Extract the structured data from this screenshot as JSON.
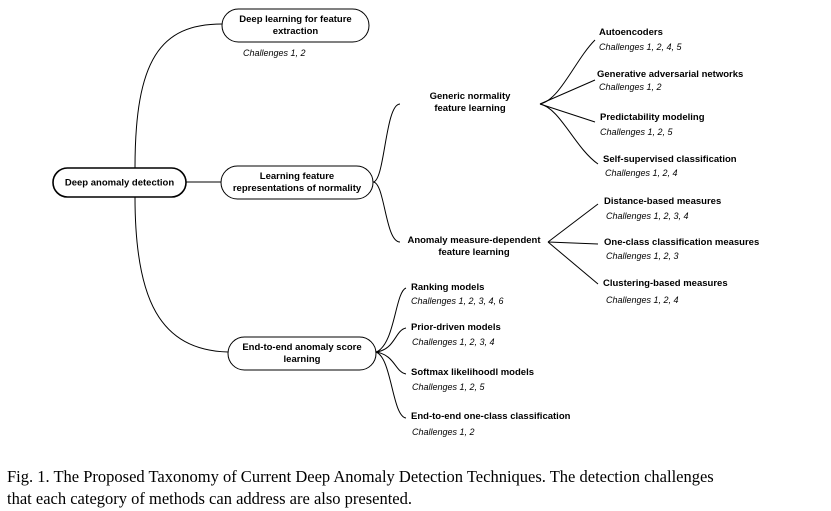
{
  "root": {
    "label": "Deep anomaly detection"
  },
  "branches": [
    {
      "label_lines": [
        "Deep learning for feature",
        "extraction"
      ],
      "challenges": "Challenges 1, 2"
    },
    {
      "label_lines": [
        "Learning feature",
        "representations of normality"
      ],
      "subgroups": [
        {
          "label_lines": [
            "Generic normality",
            "feature learning"
          ],
          "leaves": [
            {
              "label": "Autoencoders",
              "challenges": "Challenges 1, 2, 4, 5"
            },
            {
              "label": "Generative adversarial networks",
              "challenges": "Challenges 1, 2"
            },
            {
              "label": "Predictability modeling",
              "challenges": "Challenges 1, 2, 5"
            },
            {
              "label": "Self-supervised classification",
              "challenges": "Challenges 1, 2, 4"
            }
          ]
        },
        {
          "label_lines": [
            "Anomaly measure-dependent",
            "feature learning"
          ],
          "leaves": [
            {
              "label": "Distance-based measures",
              "challenges": "Challenges 1, 2, 3, 4"
            },
            {
              "label": "One-class classification measures",
              "challenges": "Challenges 1, 2, 3"
            },
            {
              "label": "Clustering-based measures",
              "challenges": "Challenges 1, 2, 4"
            }
          ]
        }
      ]
    },
    {
      "label_lines": [
        "End-to-end anomaly score",
        "learning"
      ],
      "leaves": [
        {
          "label": "Ranking models",
          "challenges": "Challenges 1, 2, 3, 4, 6"
        },
        {
          "label": "Prior-driven models",
          "challenges": "Challenges 1, 2, 3, 4"
        },
        {
          "label": "Softmax likelihoodl models",
          "challenges": "Challenges 1, 2, 5"
        },
        {
          "label": "End-to-end one-class classification",
          "challenges": "Challenges 1, 2"
        }
      ]
    }
  ],
  "caption": {
    "line1": "Fig. 1.  The Proposed Taxonomy of Current Deep Anomaly Detection Techniques. The detection challenges",
    "line2": "that each category of methods can address are also presented."
  }
}
